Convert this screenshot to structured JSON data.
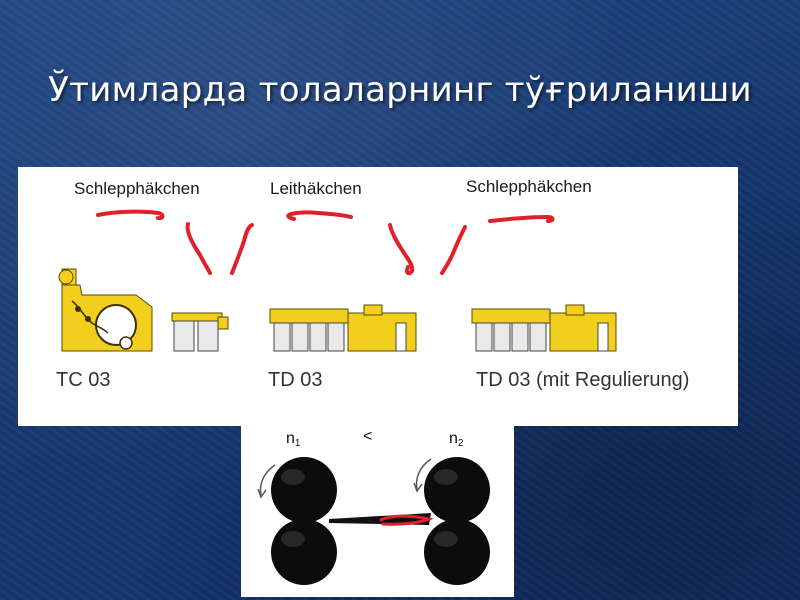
{
  "slide": {
    "title": "Ўтимларда толаларнинг тўғриланиши"
  },
  "hook_labels": {
    "trailing_left": "Schlepphäkchen",
    "leading": "Leithäkchen",
    "trailing_right": "Schlepphäkchen"
  },
  "machines": {
    "card": "TC 03",
    "draw1": "TD 03",
    "draw2": "TD 03 (mit Regulierung)"
  },
  "rollers": {
    "n1_base": "n",
    "n1_sub": "1",
    "comparison": "<",
    "n2_base": "n",
    "n2_sub": "2"
  },
  "colors": {
    "machine_yellow": "#f2cf1d",
    "fiber_red": "#e0202a",
    "roller_black": "#0c0c0c"
  }
}
